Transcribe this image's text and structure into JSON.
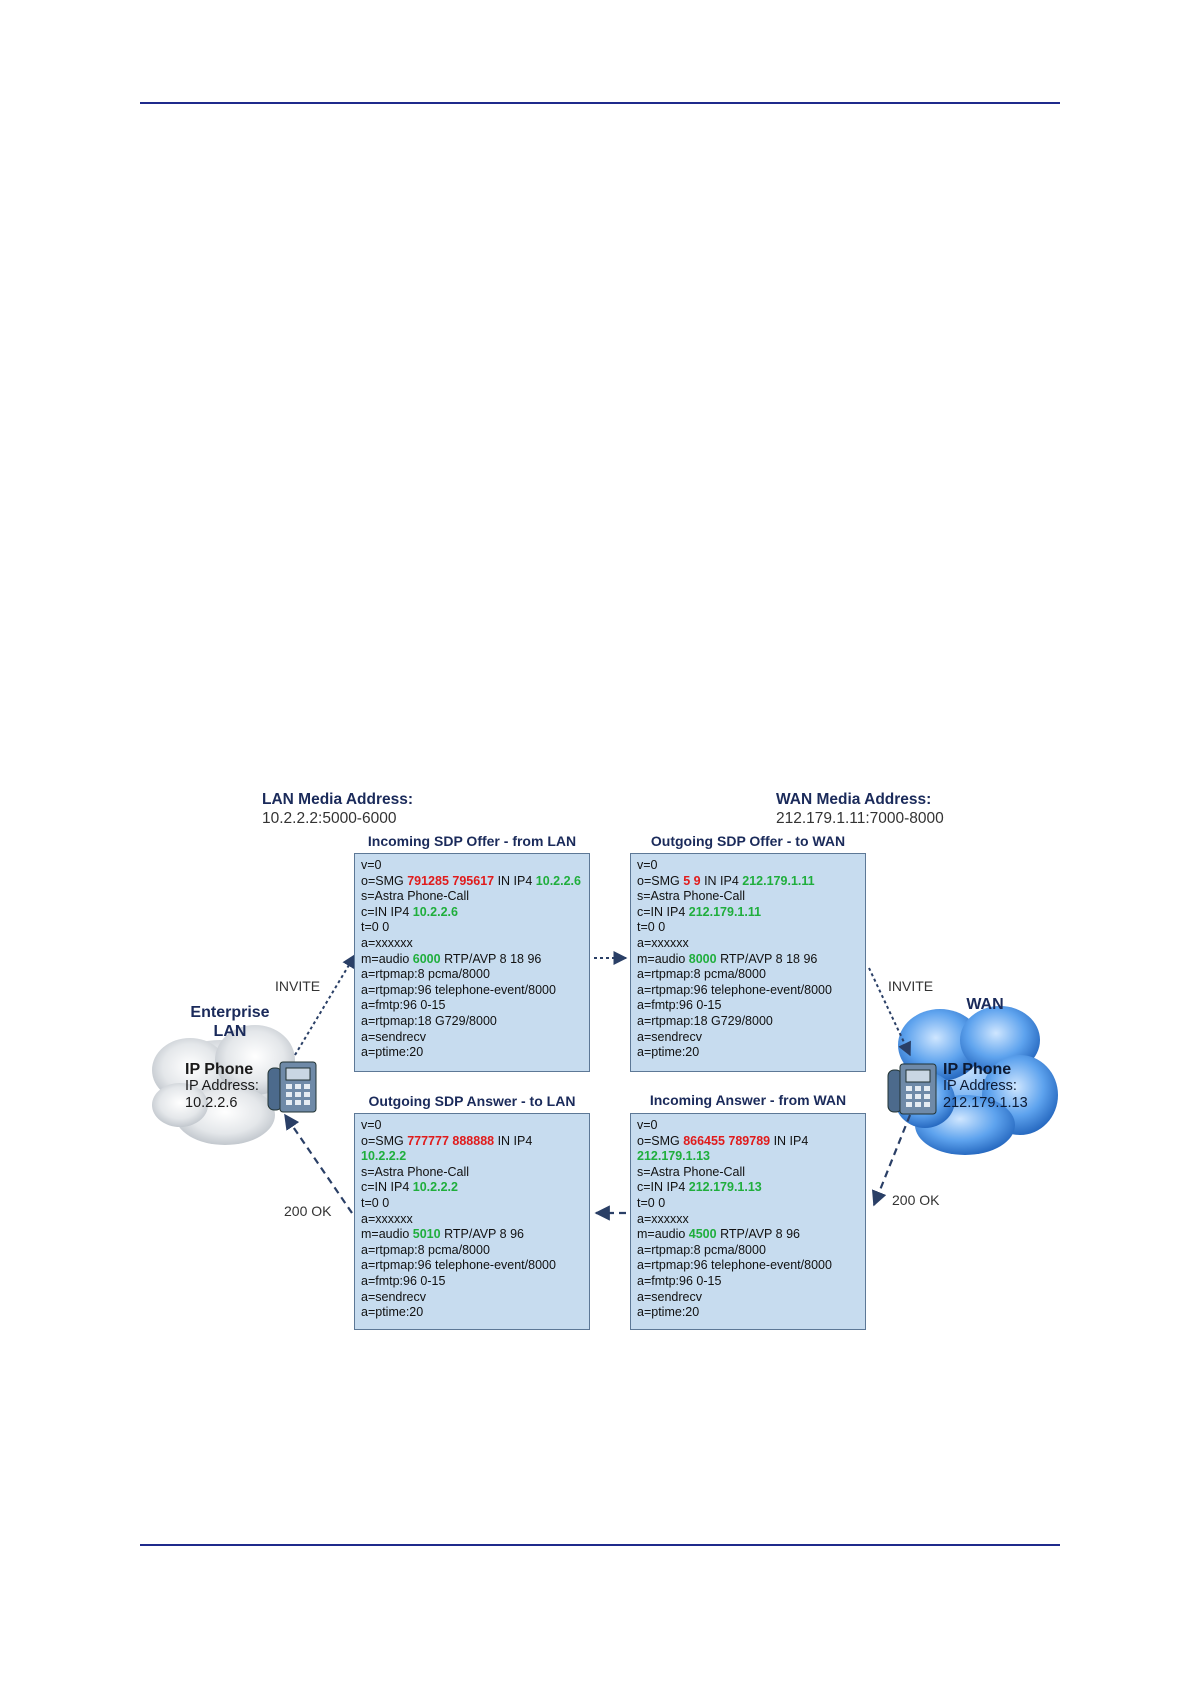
{
  "lan_media": {
    "title": "LAN Media Address:",
    "value": "10.2.2.2:5000-6000"
  },
  "wan_media": {
    "title": "WAN Media Address:",
    "value": "212.179.1.11:7000-8000"
  },
  "boxes": {
    "incoming_offer": {
      "title": "Incoming SDP Offer - from LAN",
      "lines": {
        "v": "v=0",
        "o_pre": "o=SMG ",
        "o_ids": "791285 795617",
        "o_mid": " IN IP4 ",
        "o_ip": "10.2.2.6",
        "s": "s=Astra Phone-Call",
        "c_pre": "c=IN IP4 ",
        "c_ip": "10.2.2.6",
        "t": "t=0 0",
        "a1": "a=xxxxxx",
        "m_pre": "m=audio ",
        "m_port": "6000",
        "m_post": " RTP/AVP  8 18 96",
        "r1": "a=rtpmap:8 pcma/8000",
        "r2": "a=rtpmap:96 telephone-event/8000",
        "f": "a=fmtp:96 0-15",
        "r3": "a=rtpmap:18 G729/8000",
        "sr": "a=sendrecv",
        "p": "a=ptime:20"
      }
    },
    "outgoing_offer": {
      "title": "Outgoing SDP Offer - to WAN",
      "lines": {
        "v": "v=0",
        "o_pre": "o=SMG ",
        "o_ids": "5  9",
        "o_mid": "  IN IP4  ",
        "o_ip": "212.179.1.11",
        "s": "s=Astra Phone-Call",
        "c_pre": "c=IN IP4  ",
        "c_ip": "212.179.1.11",
        "t": "t=0 0",
        "a1": "a=xxxxxx",
        "m_pre": "m=audio ",
        "m_port": "8000",
        "m_post": " RTP/AVP  8 18 96",
        "r1": "a=rtpmap:8 pcma/8000",
        "r2": "a=rtpmap:96 telephone-event/8000",
        "f": "a=fmtp:96 0-15",
        "r3": "a=rtpmap:18 G729/8000",
        "sr": "a=sendrecv",
        "p": "a=ptime:20"
      }
    },
    "outgoing_answer": {
      "title": "Outgoing SDP Answer - to LAN",
      "lines": {
        "v": "v=0",
        "o_pre": "o=SMG ",
        "o_ids": "777777 888888",
        "o_mid": " IN IP4",
        "o_ip": "10.2.2.2",
        "s": "s=Astra Phone-Call",
        "c_pre": "c=IN IP4  ",
        "c_ip": "10.2.2.2",
        "t": "t=0 0",
        "a1": "a=xxxxxx",
        "m_pre": "m=audio ",
        "m_port": "5010",
        "m_post": " RTP/AVP  8 96",
        "r1": "a=rtpmap:8 pcma/8000",
        "r2": "a=rtpmap:96 telephone-event/8000",
        "f": "a=fmtp:96 0-15",
        "sr": "a=sendrecv",
        "p": "a=ptime:20"
      }
    },
    "incoming_answer": {
      "title": "Incoming Answer - from WAN",
      "lines": {
        "v": "v=0",
        "o_pre": "o=SMG ",
        "o_ids": "866455 789789",
        "o_mid": "  IN  IP4",
        "o_ip": "212.179.1.13",
        "s": "s=Astra Phone-Call",
        "c_pre": "c=IN IP4  ",
        "c_ip": "212.179.1.13",
        "t": "t=0 0",
        "a1": "a=xxxxxx",
        "m_pre": "m=audio ",
        "m_port": "4500",
        "m_post": " RTP/AVP  8 96",
        "r1": "a=rtpmap:8 pcma/8000",
        "r2": "a=rtpmap:96 telephone-event/8000",
        "f": "a=fmtp:96 0-15",
        "sr": "a=sendrecv",
        "p": "a=ptime:20"
      }
    }
  },
  "lan_phone": {
    "heading": "IP Phone",
    "addr_label": "IP Address:",
    "addr": "10.2.2.6"
  },
  "wan_phone": {
    "heading": "IP Phone",
    "addr_label": "IP Address:",
    "addr": "212.179.1.13"
  },
  "networks": {
    "lan_1": "Enterprise",
    "lan_2": "LAN",
    "wan": "WAN"
  },
  "messages": {
    "invite_left": "INVITE",
    "invite_right": "INVITE",
    "ok_left": "200 OK",
    "ok_right": "200 OK"
  },
  "colors": {
    "rule": "#1f2a8c",
    "box_fill": "#c7dcef",
    "box_border": "#5d7896",
    "highlight_red": "#e01b1b",
    "highlight_green": "#1fae3c",
    "arrow": "#2a3f66",
    "lan_cloud": "#d8dde3",
    "wan_cloud": "#3f86d8"
  }
}
